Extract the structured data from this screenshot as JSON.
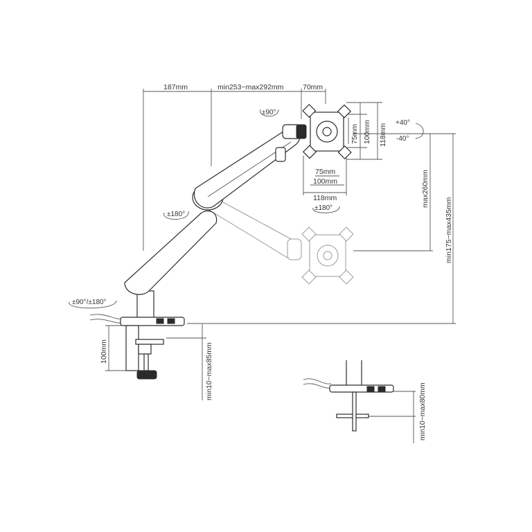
{
  "dimensions": {
    "arm_reach_base": "187mm",
    "arm_reach_range": "min253~max292mm",
    "head_offset": "70mm",
    "vesa_inner_h": "75mm",
    "vesa_outer_h": "100mm",
    "plate_h": "118mm",
    "vesa_inner_w": "75mm",
    "vesa_outer_w": "100mm",
    "plate_w": "118mm",
    "vertical_travel": "max260mm",
    "height_range": "min175~max435mm",
    "clamp_height": "100mm",
    "clamp_range": "min10~max85mm",
    "grommet_range": "min10~max80mm"
  },
  "angles": {
    "head_swivel": "±90°",
    "tilt_up": "+40°",
    "tilt_down": "-40°",
    "rotation": "±180°",
    "arm_swivel": "±180°",
    "base_swivel": "±90°/±180°"
  },
  "colors": {
    "line": "#2b2b2b",
    "dimension": "#555555",
    "ghost": "#9a9a9a"
  }
}
